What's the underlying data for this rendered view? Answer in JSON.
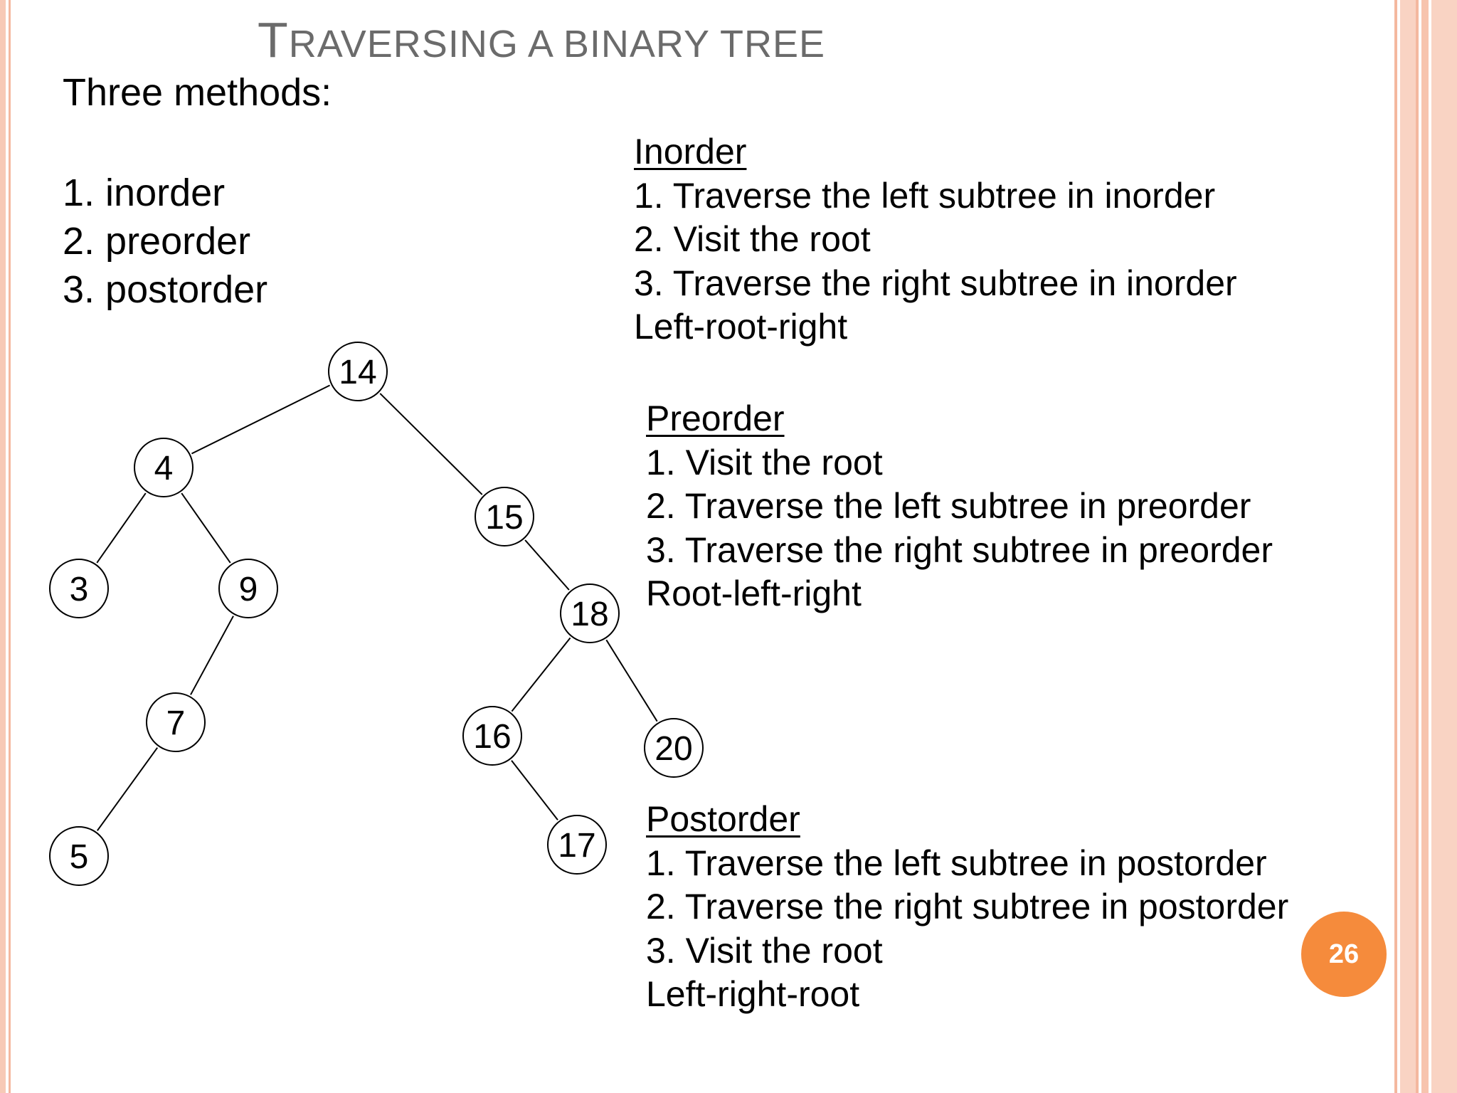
{
  "title": {
    "first_letter": "T",
    "rest": "raversing a binary tree"
  },
  "intro": "Three methods:",
  "methods": [
    "1. inorder",
    "2. preorder",
    "3. postorder"
  ],
  "inorder": {
    "heading": "Inorder",
    "steps": [
      "1. Traverse the left subtree in inorder",
      "2. Visit the root",
      "3. Traverse the right subtree in inorder"
    ],
    "summary": "Left-root-right"
  },
  "preorder": {
    "heading": "Preorder",
    "steps": [
      "1. Visit the root",
      "2. Traverse the left subtree in preorder",
      "3. Traverse the right subtree in preorder"
    ],
    "summary": "Root-left-right"
  },
  "postorder": {
    "heading": "Postorder",
    "steps": [
      "1. Traverse the left subtree in postorder",
      "2. Traverse the right subtree in postorder",
      "3. Visit the root"
    ],
    "summary": "Left-right-root"
  },
  "tree": {
    "nodes": [
      "14",
      "4",
      "15",
      "3",
      "9",
      "18",
      "7",
      "16",
      "20",
      "5",
      "17"
    ],
    "edges": [
      [
        "14",
        "4"
      ],
      [
        "14",
        "15"
      ],
      [
        "4",
        "3"
      ],
      [
        "4",
        "9"
      ],
      [
        "15",
        "18"
      ],
      [
        "9",
        "7"
      ],
      [
        "18",
        "16"
      ],
      [
        "18",
        "20"
      ],
      [
        "7",
        "5"
      ],
      [
        "16",
        "17"
      ]
    ]
  },
  "page_number": "26",
  "colors": {
    "title": "#6b6b6b",
    "badge": "#f58b3c",
    "stripe": "#f7c4ae"
  }
}
